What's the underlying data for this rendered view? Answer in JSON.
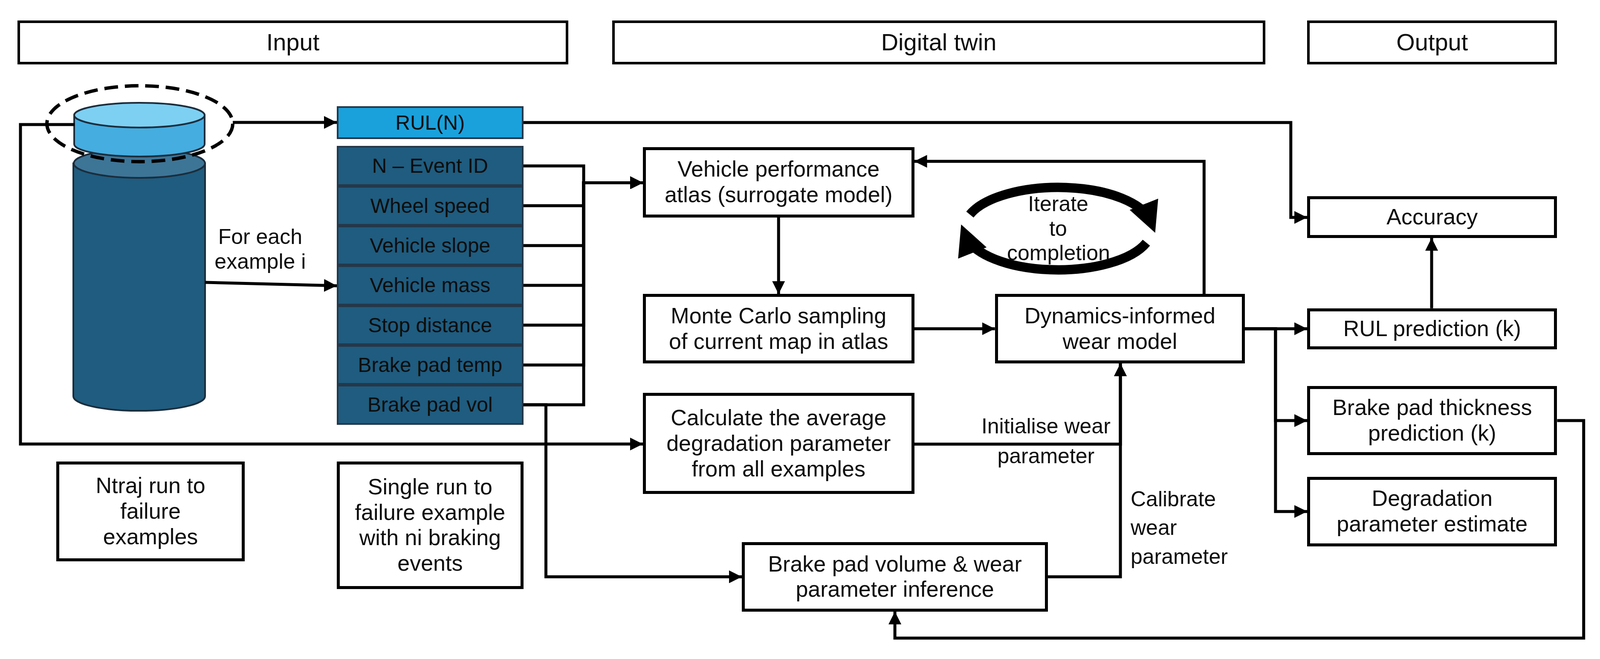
{
  "diagram": {
    "nodes": [
      {
        "text": [
          "Input"
        ]
      },
      {
        "text": [
          "Digital twin"
        ]
      },
      {
        "text": [
          "Output"
        ]
      },
      {
        "text": [
          "RUL(N)"
        ]
      },
      {
        "text": [
          "N – Event ID"
        ]
      },
      {
        "text": [
          "Wheel speed"
        ]
      },
      {
        "text": [
          "Vehicle slope"
        ]
      },
      {
        "text": [
          "Vehicle mass"
        ]
      },
      {
        "text": [
          "Stop distance"
        ]
      },
      {
        "text": [
          "Brake pad temp"
        ]
      },
      {
        "text": [
          "Brake pad vol"
        ]
      },
      {
        "text": [
          "Vehicle performance atlas (surrogate model)"
        ]
      },
      {
        "text": [
          "Accuracy"
        ]
      },
      {
        "text": [
          "Monte Carlo sampling of current map in atlas"
        ]
      },
      {
        "text": [
          "Dynamics-informed wear model"
        ]
      },
      {
        "text": [
          "RUL prediction (k)"
        ]
      },
      {
        "text": [
          "Calculate the average degradation parameter from all examples"
        ]
      },
      {
        "text": [
          "Brake pad thickness prediction (k)"
        ]
      },
      {
        "text": [
          "Degradation parameter estimate"
        ]
      },
      {
        "text": [
          "Ntraj run to failure examples"
        ]
      },
      {
        "text": [
          "Single run to failure example with ni braking events"
        ]
      },
      {
        "text": [
          "Brake pad volume & wear parameter inference"
        ]
      }
    ],
    "edges": [
      {
        "from": 3,
        "to": 12,
        "arrow": "to"
      },
      {
        "from": 4,
        "to": 11,
        "arrow": "to"
      },
      {
        "from": 5,
        "to": 11,
        "arrow": "to"
      },
      {
        "from": 6,
        "to": 11,
        "arrow": "to"
      },
      {
        "from": 7,
        "to": 11,
        "arrow": "to"
      },
      {
        "from": 8,
        "to": 11,
        "arrow": "to"
      },
      {
        "from": 9,
        "to": 11,
        "arrow": "to"
      },
      {
        "from": 10,
        "to": 11,
        "arrow": "to"
      },
      {
        "from": 10,
        "to": 21,
        "arrow": "to"
      },
      {
        "from": 11,
        "to": 13,
        "arrow": "to"
      },
      {
        "from": 13,
        "to": 14,
        "arrow": "to"
      },
      {
        "from": 14,
        "to": 11,
        "arrow": "to"
      },
      {
        "from": 16,
        "to": 14,
        "label": "Initialise wear parameter",
        "arrow": "to"
      },
      {
        "from": 21,
        "to": 14,
        "label": "Calibrate wear parameter",
        "arrow": "to"
      },
      {
        "from": 14,
        "to": 15,
        "arrow": "to"
      },
      {
        "from": 14,
        "to": 17,
        "arrow": "to"
      },
      {
        "from": 14,
        "to": 18,
        "arrow": "to"
      },
      {
        "from": 15,
        "to": 12,
        "arrow": "to"
      },
      {
        "from": 17,
        "to": 21,
        "arrow": "to"
      }
    ],
    "labels": [
      "For each example i",
      "Iterate to completion"
    ]
  }
}
